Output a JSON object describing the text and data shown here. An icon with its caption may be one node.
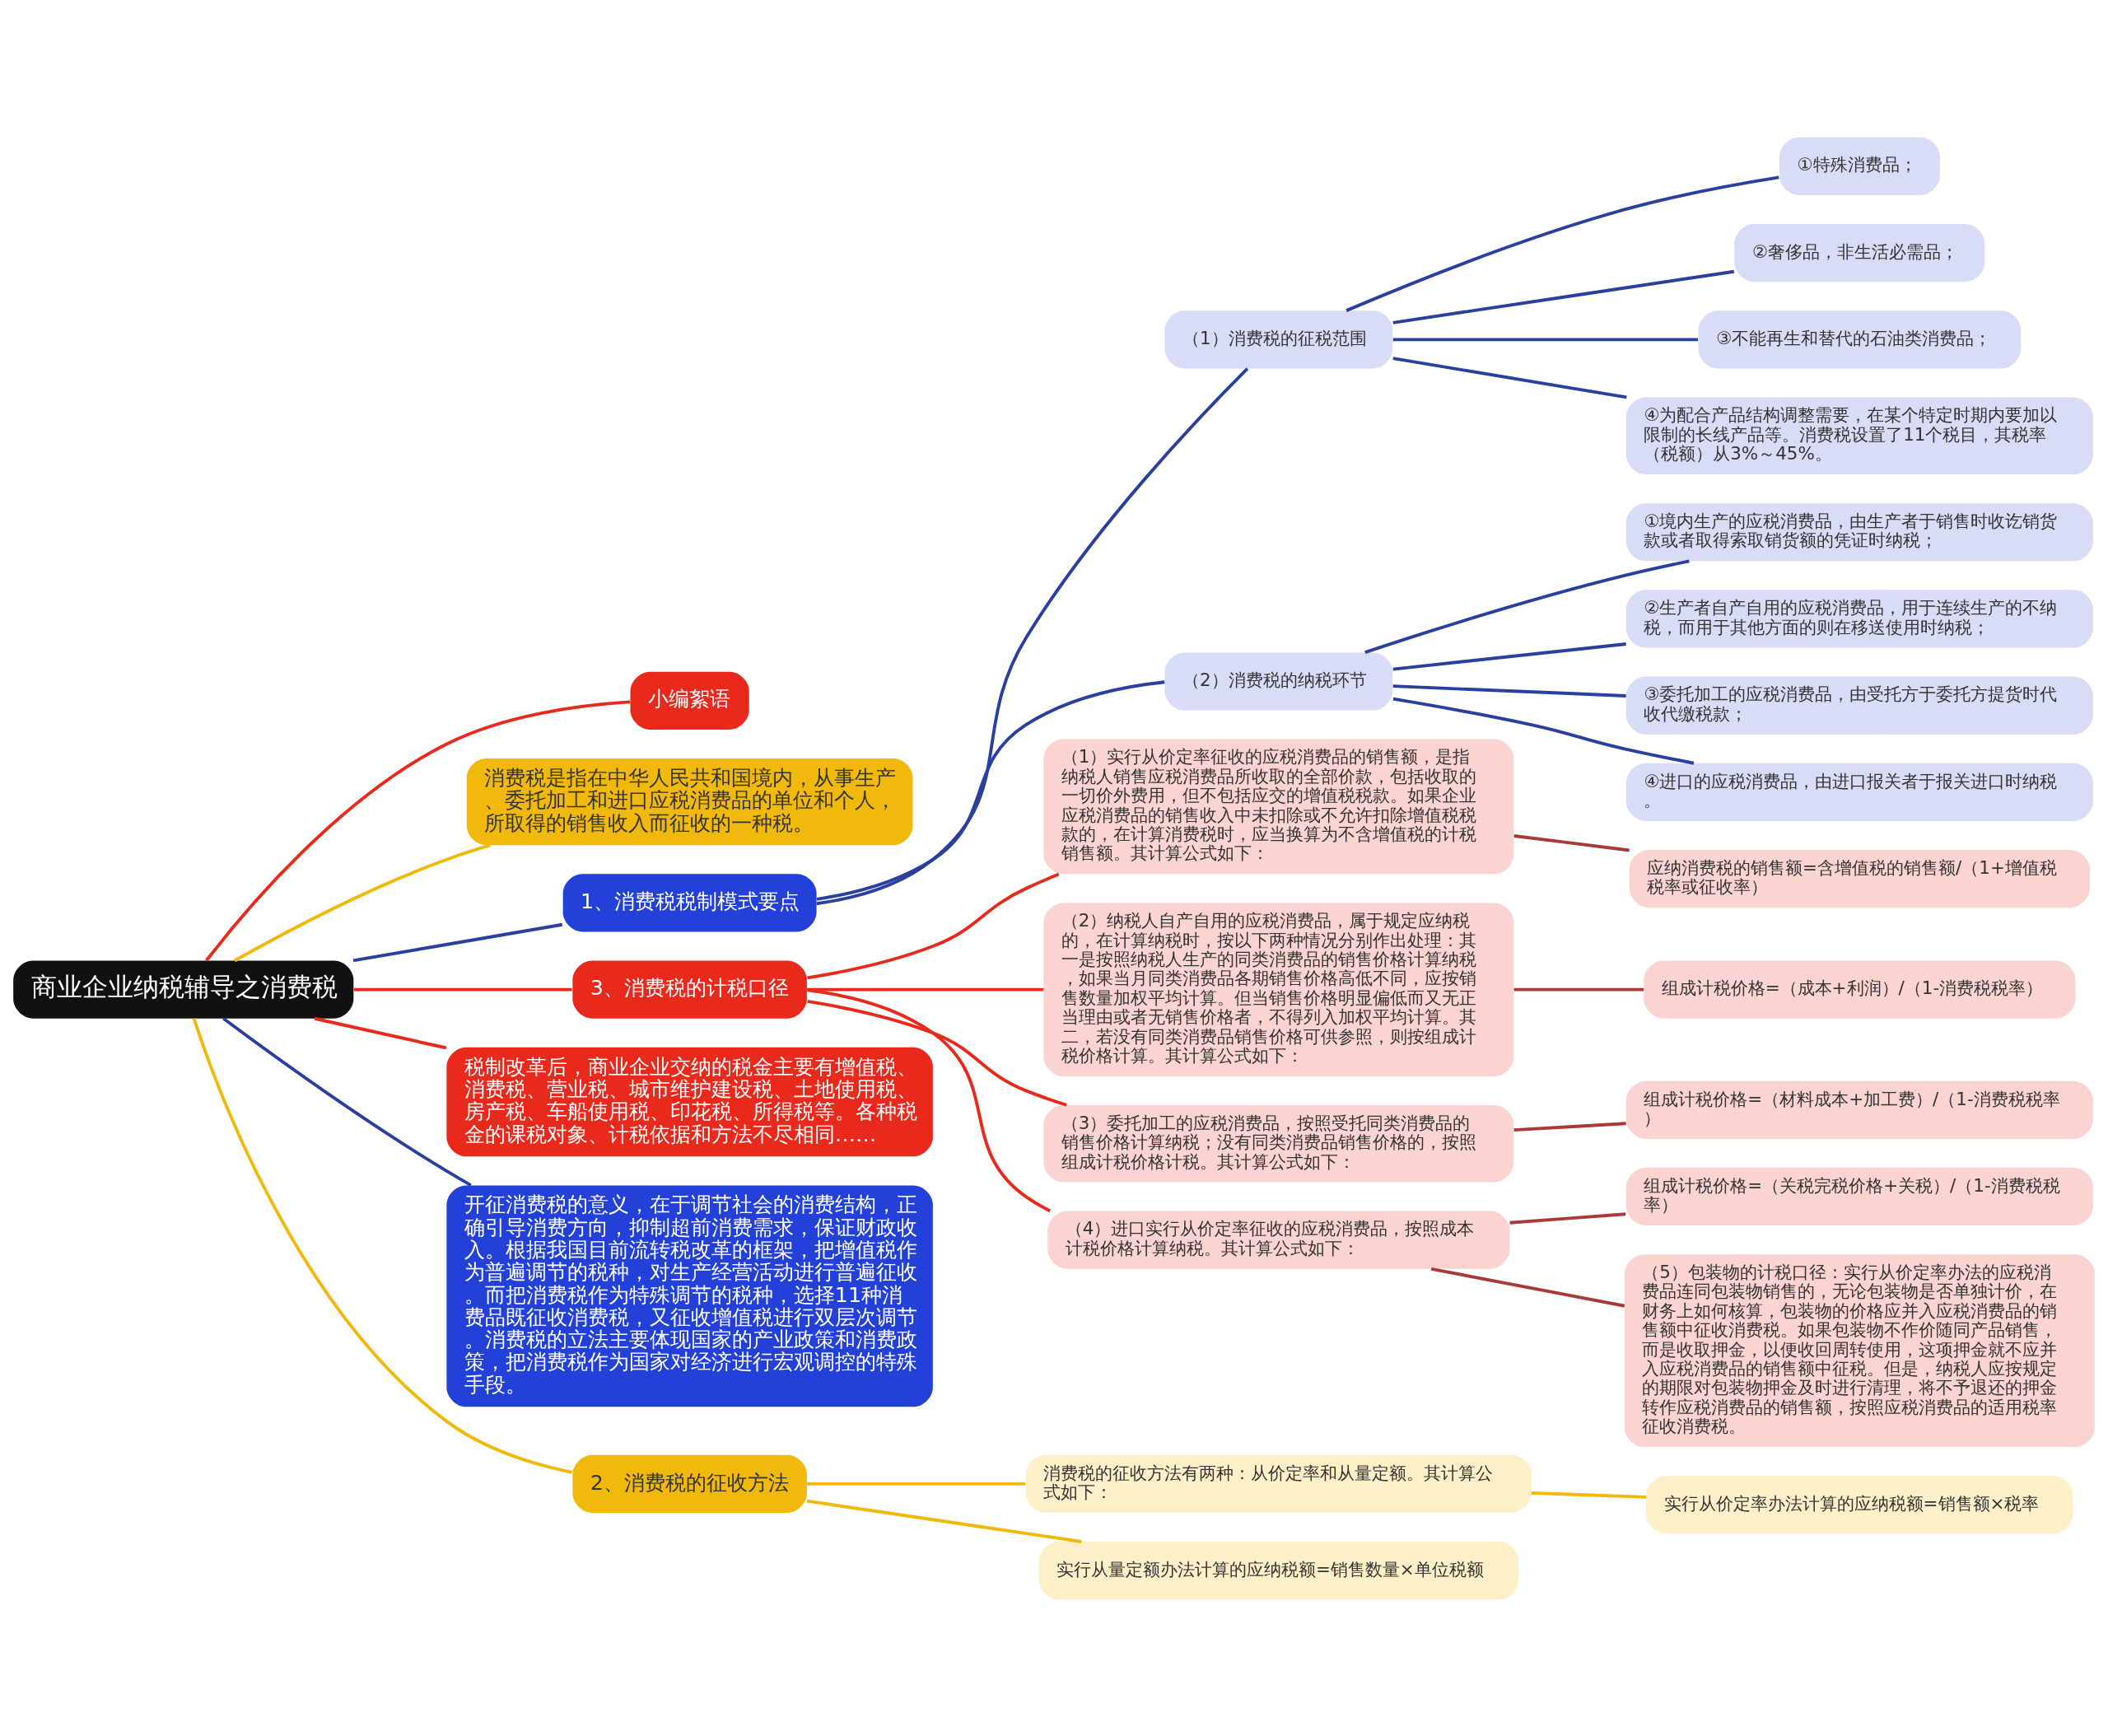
{
  "diagram": {
    "nodes": [
      {
        "text": [
          "商业企业纳税辅导之消费税"
        ]
      },
      {
        "text": [
          "小编絮语"
        ]
      },
      {
        "text": [
          "消费税是指在中华人民共和国境内，从事生产、委托加工和进口应税消费品的单位和个人，所取得的销售收入而征收的一种税。"
        ]
      },
      {
        "text": [
          "1、消费税税制模式要点"
        ]
      },
      {
        "text": [
          "（1）消费税的征税范围"
        ]
      },
      {
        "text": [
          "①特殊消费品；"
        ]
      },
      {
        "text": [
          "②奢侈品，非生活必需品；"
        ]
      },
      {
        "text": [
          "③不能再生和替代的石油类消费品；"
        ]
      },
      {
        "text": [
          "④为配合产品结构调整需要，在某个特定时期内要加以限制的长线产品等。消费税设置了11个税目，其税率（税额）从3%～45%。"
        ]
      },
      {
        "text": [
          "（2）消费税的纳税环节"
        ]
      },
      {
        "text": [
          "①境内生产的应税消费品，由生产者于销售时收讫销货款或者取得索取销货额的凭证时纳税；"
        ]
      },
      {
        "text": [
          "②生产者自产自用的应税消费品，用于连续生产的不纳税，而用于其他方面的则在移送使用时纳税；"
        ]
      },
      {
        "text": [
          "③委托加工的应税消费品，由受托方于委托方提货时代收代缴税款；"
        ]
      },
      {
        "text": [
          "④进口的应税消费品，由进口报关者于报关进口时纳税。"
        ]
      },
      {
        "text": [
          "3、消费税的计税口径"
        ]
      },
      {
        "text": [
          "（1）实行从价定率征收的应税消费品的销售额，是指纳税人销售应税消费品所收取的全部价款，包括收取的一切价外费用，但不包括应交的增值税税款。如果企业应税消费品的销售收入中未扣除或不允许扣除增值税税款的，在计算消费税时，应当换算为不含增值税的计税销售额。其计算公式如下："
        ]
      },
      {
        "text": [
          "应纳消费税的销售额=含增值税的销售额/（1+增值税税率或征收率）"
        ]
      },
      {
        "text": [
          "（2）纳税人自产自用的应税消费品，属于规定应纳税的，在计算纳税时，按以下两种情况分别作出处理：其一是按照纳税人生产的同类消费品的销售价格计算纳税，如果当月同类消费品各期销售价格高低不同，应按销售数量加权平均计算。但当销售价格明显偏低而又无正当理由或者无销售价格者，不得列入加权平均计算。其二，若没有同类消费品销售价格可供参照，则按组成计税价格计算。其计算公式如下："
        ]
      },
      {
        "text": [
          "组成计税价格=（成本+利润）/（1-消费税税率）"
        ]
      },
      {
        "text": [
          "（3）委托加工的应税消费品，按照受托同类消费品的销售价格计算纳税；没有同类消费品销售价格的，按照组成计税价格计税。其计算公式如下："
        ]
      },
      {
        "text": [
          "组成计税价格=（材料成本+加工费）/（1-消费税税率）"
        ]
      },
      {
        "text": [
          "（4）进口实行从价定率征收的应税消费品，按照成本计税价格计算纳税。其计算公式如下："
        ]
      },
      {
        "text": [
          "组成计税价格=（关税完税价格+关税）/（1-消费税税率）"
        ]
      },
      {
        "text": [
          "（5）包装物的计税口径：实行从价定率办法的应税消费品连同包装物销售的，无论包装物是否单独计价，在财务上如何核算，包装物的价格应并入应税消费品的销售额中征收消费税。如果包装物不作价随同产品销售，而是收取押金，以便收回周转使用，这项押金就不应并入应税消费品的销售额中征税。但是，纳税人应按规定的期限对包装物押金及时进行清理，将不予退还的押金转作应税消费品的销售额，按照应税消费品的适用税率征收消费税。"
        ]
      },
      {
        "text": [
          "税制改革后，商业企业交纳的税金主要有增值税、消费税、营业税、城市维护建设税、土地使用税、房产税、车船使用税、印花税、所得税等。各种税金的课税对象、计税依据和方法不尽相同……"
        ]
      },
      {
        "text": [
          "开征消费税的意义，在于调节社会的消费结构，正确引导消费方向，抑制超前消费需求，保证财政收入。根据我国目前流转税改革的框架，把增值税作为普遍调节的税种，对生产经营活动进行普遍征收。而把消费税作为特殊调节的税种，选择11种消费品既征收消费税，又征收增值税进行双层次调节。消费税的立法主要体现国家的产业政策和消费政策，把消费税作为国家对经济进行宏观调控的特殊手段。"
        ]
      },
      {
        "text": [
          "2、消费税的征收方法"
        ]
      },
      {
        "text": [
          "消费税的征收方法有两种：从价定率和从量定额。其计算公式如下："
        ]
      },
      {
        "text": [
          "实行从价定率办法计算的应纳税额=销售额×税率"
        ]
      },
      {
        "text": [
          "实行从量定额办法计算的应纳税额=销售数量×单位税额"
        ]
      }
    ],
    "edges": [
      {
        "from": 0,
        "to": 1,
        "arrow": "none",
        "color": "#e8291c"
      },
      {
        "from": 0,
        "to": 2,
        "arrow": "none",
        "color": "#f0b90b"
      },
      {
        "from": 0,
        "to": 3,
        "arrow": "none"
      },
      {
        "from": 3,
        "to": 4,
        "arrow": "none"
      },
      {
        "from": 4,
        "to": 5,
        "arrow": "none"
      },
      {
        "from": 4,
        "to": 6,
        "arrow": "none"
      },
      {
        "from": 4,
        "to": 7,
        "arrow": "none"
      },
      {
        "from": 4,
        "to": 8,
        "arrow": "none"
      },
      {
        "from": 3,
        "to": 9,
        "arrow": "none"
      },
      {
        "from": 9,
        "to": 10,
        "arrow": "none"
      },
      {
        "from": 9,
        "to": 11,
        "arrow": "none"
      },
      {
        "from": 9,
        "to": 12,
        "arrow": "none"
      },
      {
        "from": 9,
        "to": 13,
        "arrow": "none"
      },
      {
        "from": 0,
        "to": 14,
        "arrow": "none",
        "color": "#e8291c"
      },
      {
        "from": 14,
        "to": 15,
        "arrow": "none",
        "color": "#e8291c"
      },
      {
        "from": 15,
        "to": 16,
        "arrow": "none",
        "color": "#a83a3a"
      },
      {
        "from": 14,
        "to": 17,
        "arrow": "none",
        "color": "#e8291c"
      },
      {
        "from": 17,
        "to": 18,
        "arrow": "none",
        "color": "#a83a3a"
      },
      {
        "from": 14,
        "to": 19,
        "arrow": "none",
        "color": "#e8291c"
      },
      {
        "from": 19,
        "to": 20,
        "arrow": "none",
        "color": "#a83a3a"
      },
      {
        "from": 14,
        "to": 21,
        "arrow": "none",
        "color": "#e8291c"
      },
      {
        "from": 21,
        "to": 22,
        "arrow": "none",
        "color": "#a83a3a"
      },
      {
        "from": 21,
        "to": 23,
        "arrow": "none",
        "color": "#a83a3a"
      },
      {
        "from": 0,
        "to": 24,
        "arrow": "none",
        "color": "#e8291c"
      },
      {
        "from": 0,
        "to": 25,
        "arrow": "none"
      },
      {
        "from": 0,
        "to": 26,
        "arrow": "none",
        "color": "#f0b90b"
      },
      {
        "from": 26,
        "to": 27,
        "arrow": "none",
        "color": "#f0b90b"
      },
      {
        "from": 27,
        "to": 28,
        "arrow": "none",
        "color": "#f0b90b"
      },
      {
        "from": 26,
        "to": 29,
        "arrow": "none",
        "color": "#f0b90b"
      }
    ]
  }
}
